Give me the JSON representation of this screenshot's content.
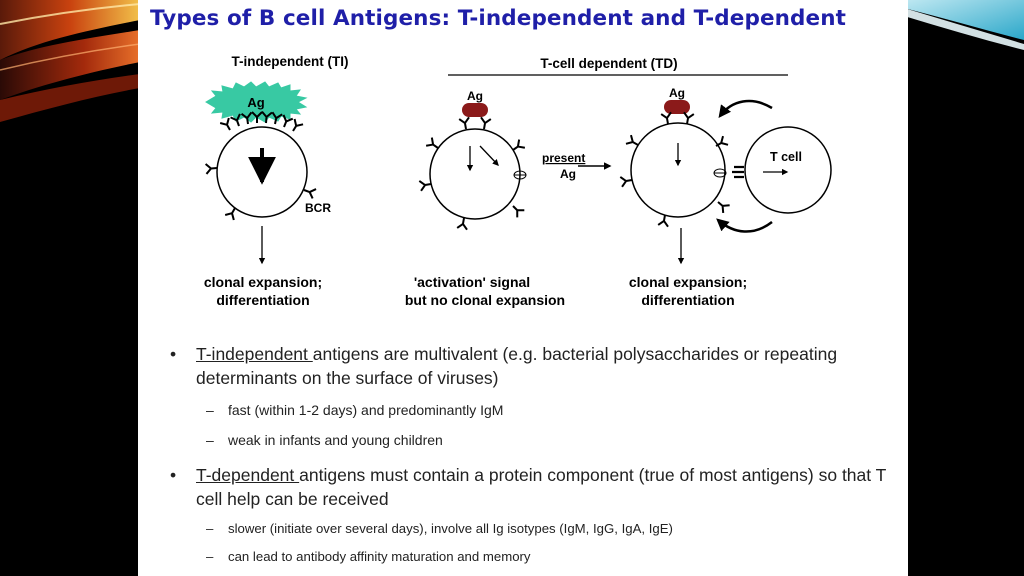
{
  "title": "Types of B cell Antigens: T-independent and T-dependent",
  "diagram": {
    "ti_heading": "T-independent (TI)",
    "td_heading": "T-cell dependent (TD)",
    "ag_label": "Ag",
    "bcr_label": "BCR",
    "present_line1": "present",
    "present_line2": "Ag",
    "tcell_label": "T cell",
    "ti_outcome_line1": "clonal expansion;",
    "ti_outcome_line2": "differentiation",
    "mid_outcome_line1": "'activation' signal",
    "mid_outcome_line2": "but no clonal expansion",
    "td_outcome_line1": "clonal expansion;",
    "td_outcome_line2": "differentiation"
  },
  "bullets": [
    {
      "underlined": "T-independent ",
      "text": "antigens are multivalent (e.g. bacterial polysaccharides or repeating determinants on the surface of viruses)",
      "subs": [
        "fast (within 1-2 days) and predominantly IgM",
        "weak in infants and young children"
      ]
    },
    {
      "underlined": "T-dependent ",
      "text": "antigens must contain a protein component (true of most antigens) so that T cell help can be received",
      "subs": [
        "slower (initiate over several days), involve all Ig isotypes (IgM, IgG, IgA, IgE)",
        "can lead to antibody affinity maturation and memory"
      ]
    }
  ],
  "bullet_symbol": "•",
  "dash_symbol": "–",
  "colors": {
    "title": "#1f1fa8",
    "ti_antigen": "#38c9a3",
    "td_antigen": "#8b1a1a"
  }
}
